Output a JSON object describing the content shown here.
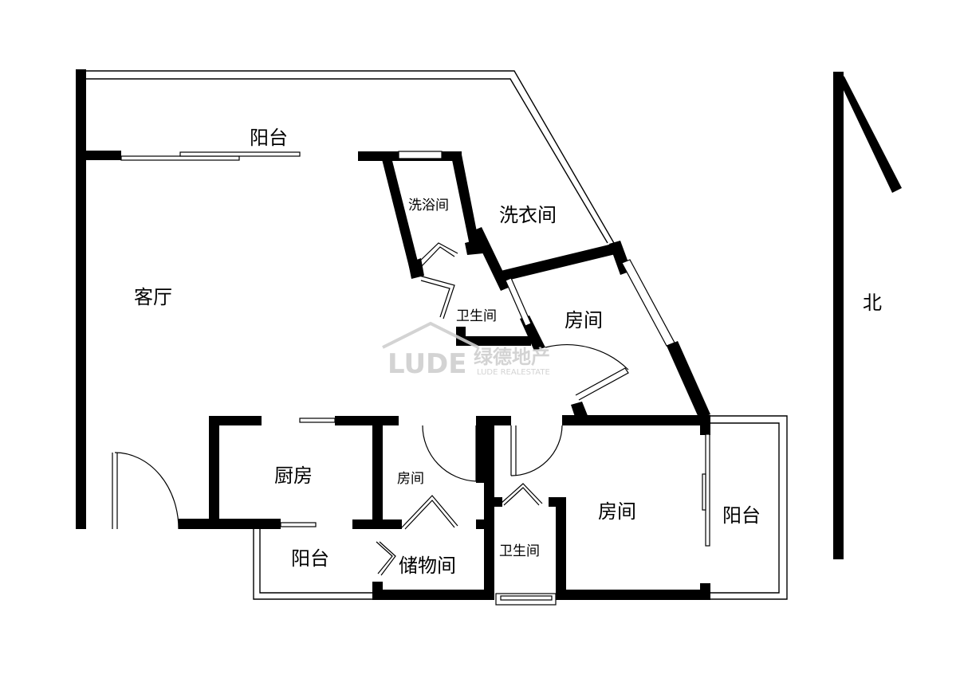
{
  "rooms": {
    "balcony_north": "阳台",
    "living_room": "客厅",
    "bath_shower": "洗浴间",
    "laundry": "洗衣间",
    "bathroom_center": "卫生间",
    "bedroom_north": "房间",
    "kitchen": "厨房",
    "bedroom_small": "房间",
    "bedroom_south": "房间",
    "balcony_east": "阳台",
    "balcony_south": "阳台",
    "storage": "储物间",
    "bathroom_south": "卫生间"
  },
  "compass": {
    "label": "北"
  },
  "watermark": {
    "brand": "LUDE",
    "cn": "绿德地产",
    "en": "LUDE REALESTATE"
  }
}
